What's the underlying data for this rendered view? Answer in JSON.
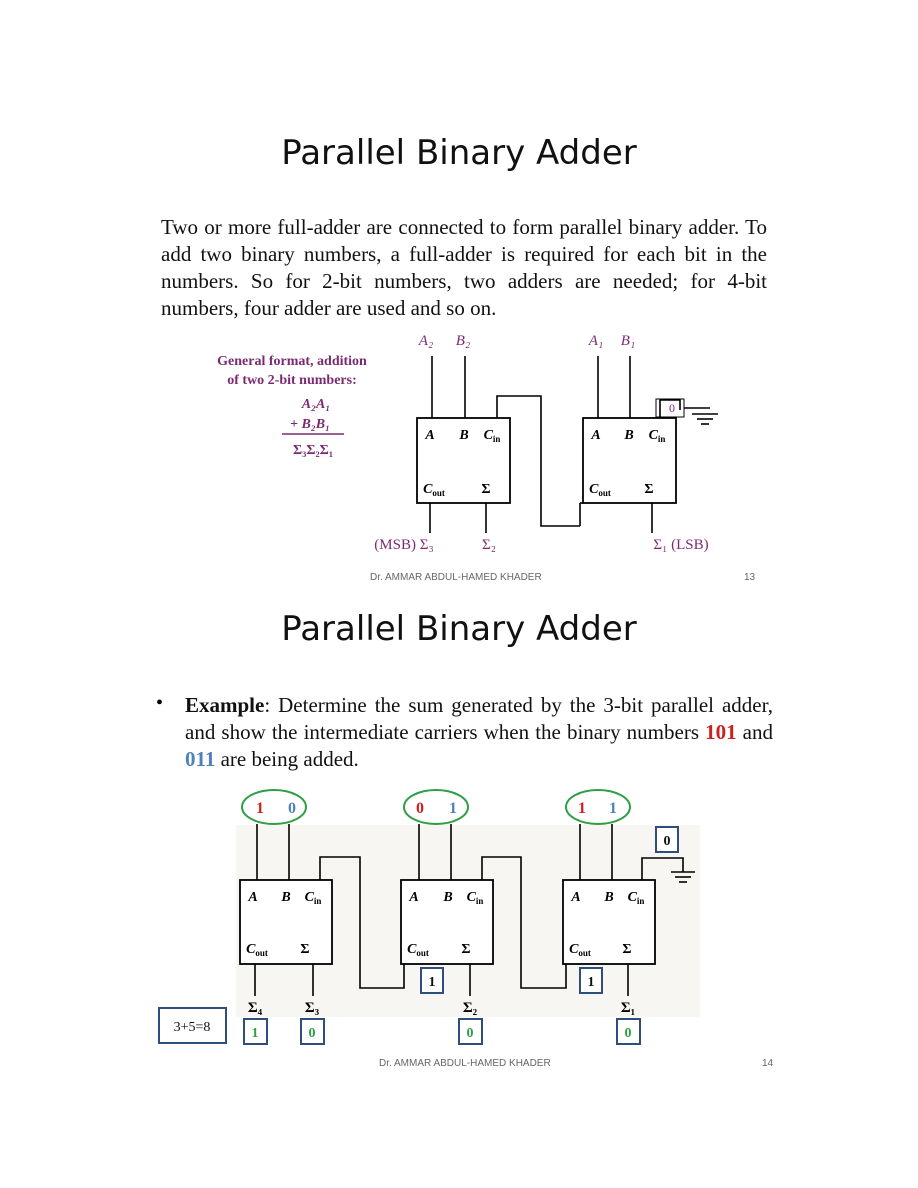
{
  "slide1": {
    "title": "Parallel Binary Adder",
    "paragraph": "Two or more full-adder are connected to form parallel binary adder. To add two binary numbers, a full-adder is required for each bit in the numbers. So for 2-bit numbers, two adders are needed; for 4-bit numbers, four adder are used and so on.",
    "format_caption_line1": "General format, addition",
    "format_caption_line2": "of two 2-bit numbers:",
    "eq_line1": "A₂A₁",
    "eq_line2": "+ B₂B₁",
    "eq_line3": "Σ₃Σ₂Σ₁",
    "input_a2": "A₂",
    "input_b2": "B₂",
    "input_a1": "A₁",
    "input_b1": "B₁",
    "ground_value": "0",
    "pin_a": "A",
    "pin_b": "B",
    "pin_cin": "Cin",
    "pin_cout": "Cout",
    "pin_sigma": "Σ",
    "out_msb": "(MSB) Σ₃",
    "out_s2": "Σ₂",
    "out_lsb": "Σ₁ (LSB)",
    "footer": "Dr. AMMAR ABDUL-HAMED KHADER",
    "page": "13"
  },
  "slide2": {
    "title": "Parallel Binary Adder",
    "bullet": "•",
    "example_label": "Example",
    "example_text1": ": Determine the sum generated by the 3-bit parallel adder, and show the intermediate carriers when the binary numbers ",
    "num_a": "101",
    "example_and": " and ",
    "num_b": "011",
    "example_text2": " are being added.",
    "pair1_a": "1",
    "pair1_b": "0",
    "pair2_a": "0",
    "pair2_b": "1",
    "pair3_a": "1",
    "pair3_b": "1",
    "carry_in": "0",
    "carry1": "1",
    "carry2": "1",
    "out_s4": "Σ₄",
    "out_s3": "Σ₃",
    "out_s2": "Σ₂",
    "out_s1": "Σ₁",
    "sum_s4": "1",
    "sum_s3": "0",
    "sum_s2": "0",
    "sum_s1": "0",
    "equation": "3+5=8",
    "footer": "Dr. AMMAR ABDUL-HAMED KHADER",
    "page": "14"
  },
  "colors": {
    "red": "#d0201e",
    "blue": "#4f81bd",
    "green": "#2f9e44",
    "navy": "#2e4f7e",
    "purple": "#7b2a72"
  }
}
